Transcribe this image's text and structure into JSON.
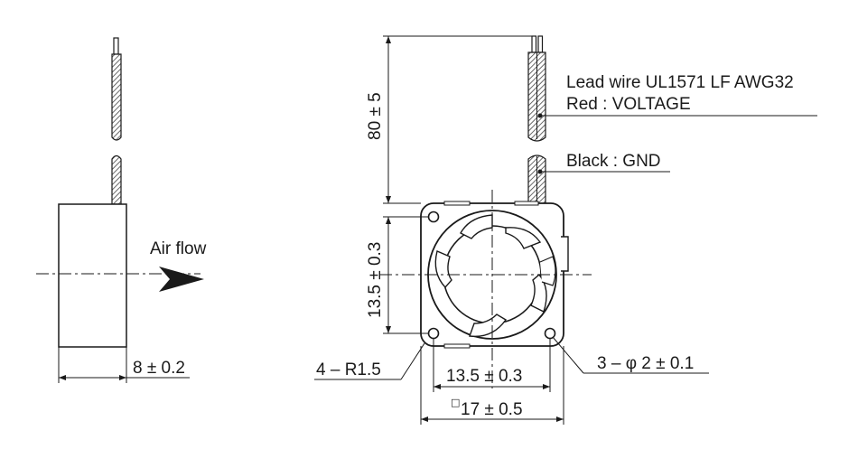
{
  "side_view": {
    "air_flow_label": "Air flow",
    "thickness_dim": "8 ± 0.2"
  },
  "front_view": {
    "lead_length_dim": "80 ± 5",
    "mount_pitch_vertical_dim": "13.5 ± 0.3",
    "mount_pitch_horizontal_dim": "13.5 ± 0.3",
    "frame_size_dim": "17 ± 0.5",
    "corner_radius_dim": "4 – R1.5",
    "hole_dim": "3 – φ 2 ± 0.1",
    "square_symbol": "□"
  },
  "lead_wire": {
    "spec": "Lead wire UL1571 LF AWG32",
    "red": "Red : VOLTAGE",
    "black": "Black : GND"
  }
}
